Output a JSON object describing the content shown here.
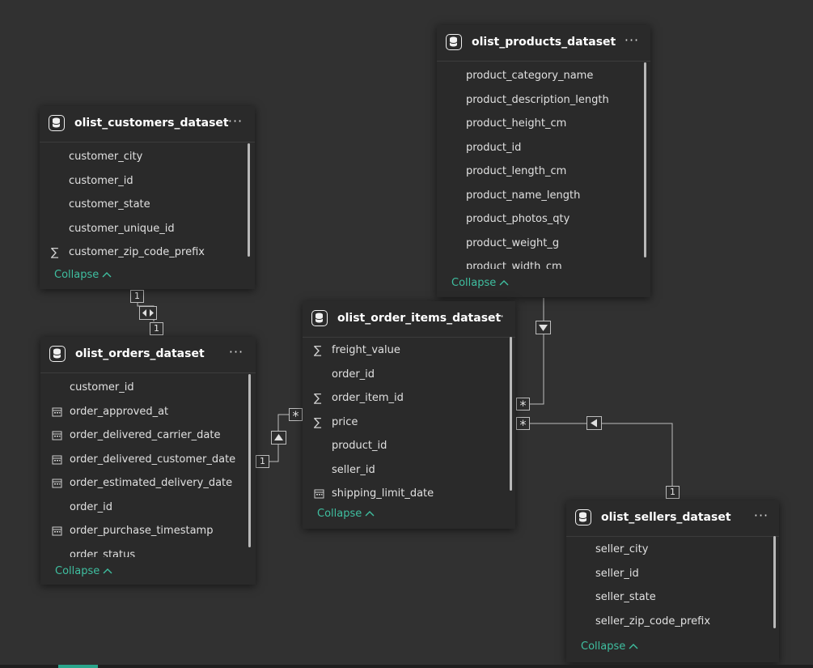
{
  "tables": {
    "customers": {
      "title": "olist_customers_dataset",
      "more": "···",
      "fields": [
        "customer_city",
        "customer_id",
        "customer_state",
        "customer_unique_id",
        "customer_zip_code_prefix"
      ],
      "collapse": "Collapse"
    },
    "orders": {
      "title": "olist_orders_dataset",
      "more": "···",
      "fields": [
        "customer_id",
        "order_approved_at",
        "order_delivered_carrier_date",
        "order_delivered_customer_date",
        "order_estimated_delivery_date",
        "order_id",
        "order_purchase_timestamp",
        "order_status"
      ],
      "collapse": "Collapse"
    },
    "products": {
      "title": "olist_products_dataset",
      "more": "···",
      "fields": [
        "product_category_name",
        "product_description_length",
        "product_height_cm",
        "product_id",
        "product_length_cm",
        "product_name_length",
        "product_photos_qty",
        "product_weight_g",
        "product_width_cm"
      ],
      "collapse": "Collapse"
    },
    "order_items": {
      "title": "olist_order_items_dataset",
      "more": "···",
      "fields": [
        "freight_value",
        "order_id",
        "order_item_id",
        "price",
        "product_id",
        "seller_id",
        "shipping_limit_date"
      ],
      "collapse": "Collapse"
    },
    "sellers": {
      "title": "olist_sellers_dataset",
      "more": "···",
      "fields": [
        "seller_city",
        "seller_id",
        "seller_state",
        "seller_zip_code_prefix"
      ],
      "collapse": "Collapse"
    }
  },
  "relationships": {
    "one": "1",
    "many": "*"
  },
  "icons": {
    "table": "database-icon",
    "sum": "sigma-icon",
    "date": "calendar-icon",
    "more": "more-options-icon",
    "collapse": "chevron-up-icon"
  },
  "colors": {
    "canvas": "#313131",
    "card": "#2a2a2a",
    "accent": "#3fbfa0"
  }
}
